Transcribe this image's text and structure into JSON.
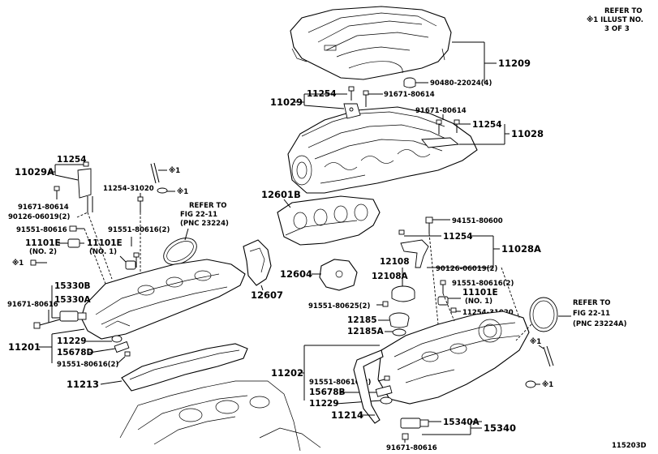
{
  "diagram_id": "115203D",
  "refer_notes": {
    "top_right": {
      "line1": "REFER TO",
      "line2": "※1 ILLUST NO.",
      "line3": "3 OF 3"
    },
    "fig_left": {
      "line1": "REFER TO",
      "line2": "FIG 22-11",
      "line3": "(PNC 23224)"
    },
    "fig_right": {
      "line1": "REFER TO",
      "line2": "FIG 22-11",
      "line3": "(PNC 23224A)"
    }
  },
  "labels": {
    "p11209": "11209",
    "p90480": "90480-22024(4)",
    "p11254_a": "11254",
    "p91671_a": "91671-80614",
    "p11029": "11029",
    "p91671_b": "91671-80614",
    "p11254_b": "11254",
    "p11028": "11028",
    "p11254_c": "11254",
    "p11029A": "11029A",
    "p91671_c": "91671-80614",
    "p90126_a": "90126-06019(2)",
    "p91551_a": "91551-80616",
    "p11254_31020_a": "11254-31020",
    "mark1_a": "※1",
    "mark1_b": "※1",
    "mark1_c": "※1",
    "mark1_d": "※1",
    "mark1_e": "※1",
    "p12601B": "12601B",
    "p91551_b": "91551-80616(2)",
    "p11101E_a": "11101E",
    "no2": "(NO. 2)",
    "p11101E_b": "11101E",
    "no1_a": "(NO. 1)",
    "p15330B": "15330B",
    "p15330A": "15330A",
    "p91671_d": "91671-80616",
    "p11201": "11201",
    "p11229_a": "11229",
    "p15678D": "15678D",
    "p91551_c": "91551-80616(2)",
    "p11213": "11213",
    "p12607": "12607",
    "p12604": "12604",
    "p94151": "94151-80600",
    "p11254_d": "11254",
    "p11028A": "11028A",
    "p90126_b": "90126-06019(2)",
    "p12108": "12108",
    "p12108A": "12108A",
    "p91551_d": "91551-80616(2)",
    "p11101E_c": "11101E",
    "no1_b": "(NO. 1)",
    "p91551_e": "91551-80625(2)",
    "p11254_31020_b": "11254-31020",
    "p12185": "12185",
    "p12185A": "12185A",
    "p11202": "11202",
    "p91551_f": "91551-80616(2)",
    "p15678B": "15678B",
    "p11229_b": "11229",
    "p11214": "11214",
    "p15340A": "15340A",
    "p15340": "15340",
    "p91671_e": "91671-80616"
  }
}
